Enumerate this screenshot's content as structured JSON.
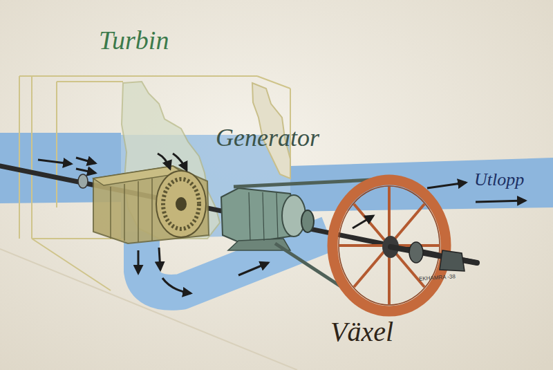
{
  "diagram": {
    "labels": [
      "Turbin",
      "Generator",
      "Utlopp",
      "Växel",
      "EKHAMRA -38"
    ]
  }
}
